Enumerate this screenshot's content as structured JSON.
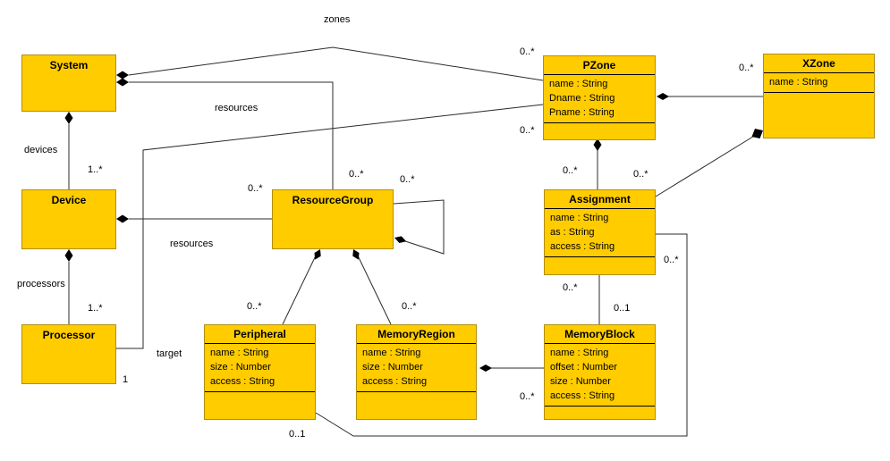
{
  "diagram": {
    "kind": "uml-class-diagram",
    "class_fill": "#FFCC00",
    "class_border": "#B28F0E",
    "line_color": "#2B2B2B"
  },
  "classes": {
    "system": {
      "name": "System",
      "attributes": []
    },
    "device": {
      "name": "Device",
      "attributes": []
    },
    "processor": {
      "name": "Processor",
      "attributes": []
    },
    "resourcegroup": {
      "name": "ResourceGroup",
      "attributes": []
    },
    "peripheral": {
      "name": "Peripheral",
      "attributes": [
        "name : String",
        "size : Number",
        "access : String"
      ]
    },
    "memoryregion": {
      "name": "MemoryRegion",
      "attributes": [
        "name : String",
        "size : Number",
        "access : String"
      ]
    },
    "memoryblock": {
      "name": "MemoryBlock",
      "attributes": [
        "name : String",
        "offset : Number",
        "size : Number",
        "access : String"
      ]
    },
    "assignment": {
      "name": "Assignment",
      "attributes": [
        "name : String",
        "as : String",
        "access : String"
      ]
    },
    "pzone": {
      "name": "PZone",
      "attributes": [
        "name : String",
        "Dname : String",
        "Pname : String"
      ]
    },
    "xzone": {
      "name": "XZone",
      "attributes": [
        "name : String"
      ]
    }
  },
  "labels": {
    "zones": "zones",
    "resources_system": "resources",
    "resources_device": "resources",
    "devices": "devices",
    "processors": "processors",
    "target": "target",
    "mult_device_end": "1..*",
    "mult_processor_end": "1..*",
    "mult_target_processor_end": "1",
    "mult_rg_device_end": "0..*",
    "mult_rg_system_end": "0..*",
    "mult_rg_self_end": "0..*",
    "mult_peripheral_end": "0..*",
    "mult_memoryregion_end": "0..*",
    "mult_peripheral_assignment_end": "0..1",
    "mult_pzone_zones_end": "0..*",
    "mult_pzone_target_end": "0..*",
    "mult_assignment_pzone_end": "0..*",
    "mult_assignment_xzone_end": "0..*",
    "mult_xzone_pzone_end": "0..*",
    "mult_assignment_peripheral_end": "0..*",
    "mult_assignment_memoryblock_end": "0..*",
    "mult_memoryblock_assignment_end": "0..1",
    "mult_memoryblock_memoryregion_end": "0..*"
  }
}
